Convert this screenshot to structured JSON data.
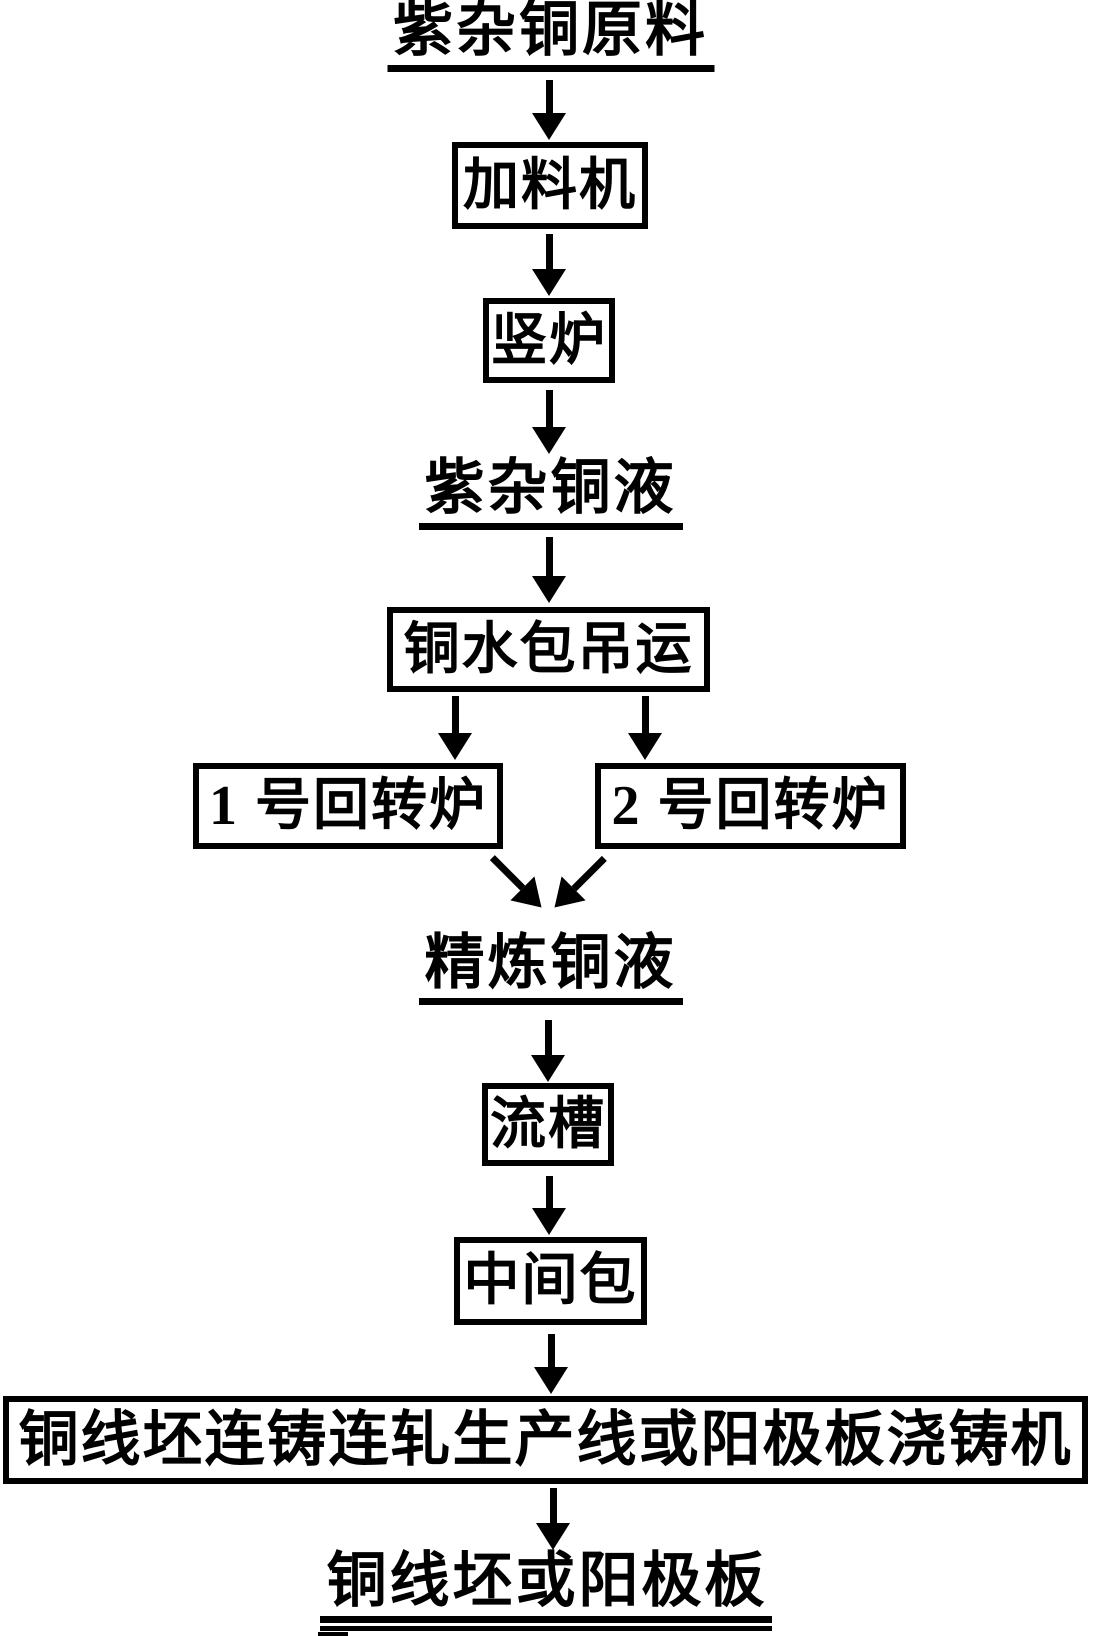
{
  "diagram": {
    "colors": {
      "ink": "#000000",
      "background": "#ffffff"
    },
    "title": "紫杂铜原料",
    "nodes": {
      "feeder": "加料机",
      "shaft_furnace": "竖炉",
      "raw_copper_liquid": "紫杂铜液",
      "ladle_hoisting": "铜水包吊运",
      "rotary_furnace_1": "1 号回转炉",
      "rotary_furnace_2": "2 号回转炉",
      "refined_copper_liquid": "精炼铜液",
      "launder": "流槽",
      "tundish": "中间包",
      "casting_line": "铜线坯连铸连轧生产线或阳极板浇铸机",
      "product": "铜线坯或阳极板"
    }
  }
}
